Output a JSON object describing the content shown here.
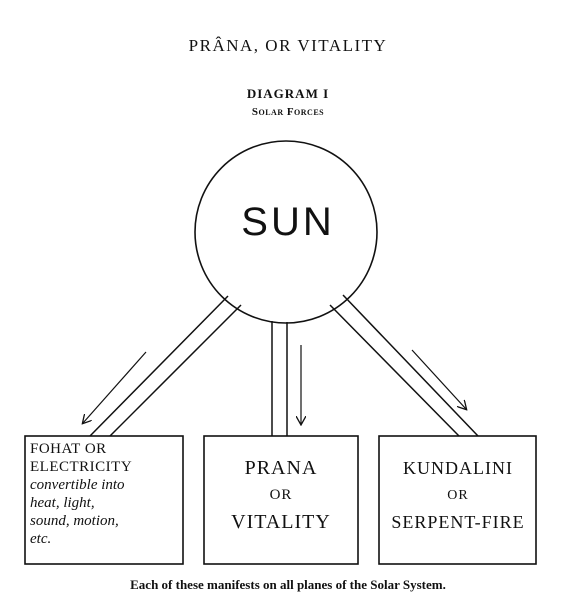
{
  "header": {
    "title": "PRÂNA, OR VITALITY",
    "diagram_label": "DIAGRAM I",
    "subtitle": "Solar Forces"
  },
  "sun": {
    "label": "SUN"
  },
  "boxes": {
    "fohat": {
      "line1": "FOHAT OR",
      "line2": "ELECTRICITY",
      "line3": "convertible into",
      "line4": "heat, light,",
      "line5": "sound, motion,",
      "line6": "etc."
    },
    "prana": {
      "line1": "PRANA",
      "line2": "OR",
      "line3": "VITALITY"
    },
    "kundalini": {
      "line1": "KUNDALINI",
      "line2": "OR",
      "line3": "SERPENT-FIRE"
    }
  },
  "caption": "Each of these manifests on all planes of the Solar System.",
  "colors": {
    "ink": "#111111",
    "background": "#ffffff"
  }
}
